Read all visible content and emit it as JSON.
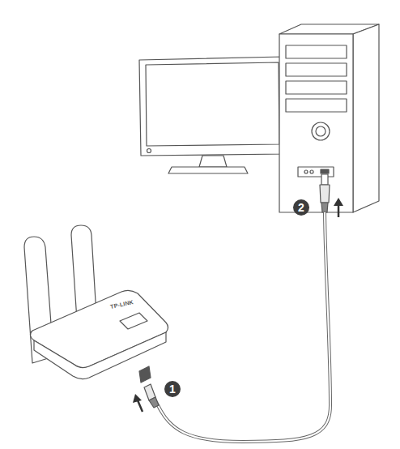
{
  "diagram": {
    "labels": [
      "TP-LINK",
      "1",
      "2"
    ]
  }
}
